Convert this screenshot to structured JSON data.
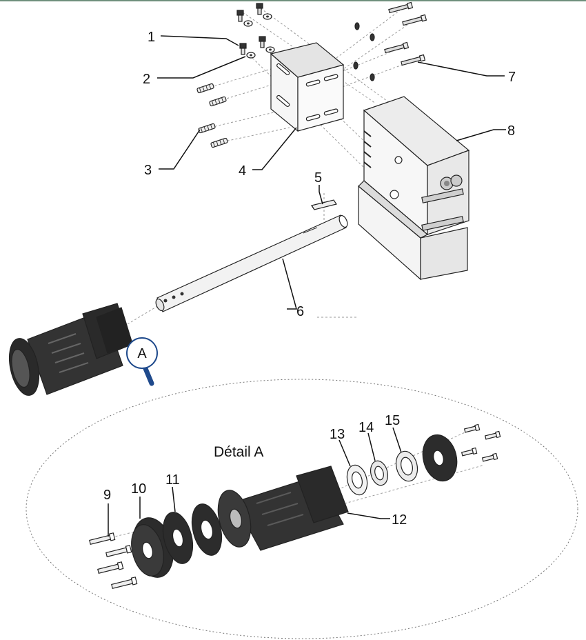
{
  "diagram": {
    "detail_title": "Détail A",
    "callout_letter": "A",
    "labels": [
      "1",
      "2",
      "3",
      "4",
      "5",
      "6",
      "7",
      "8",
      "9",
      "10",
      "11",
      "12",
      "13",
      "14",
      "15"
    ],
    "colors": {
      "outline": "#222222",
      "part_dark": "#2e2e2e",
      "part_light": "#f4f4f4",
      "magnifier": "#1f4a8c",
      "top_rule": "#6f8f7c"
    }
  }
}
